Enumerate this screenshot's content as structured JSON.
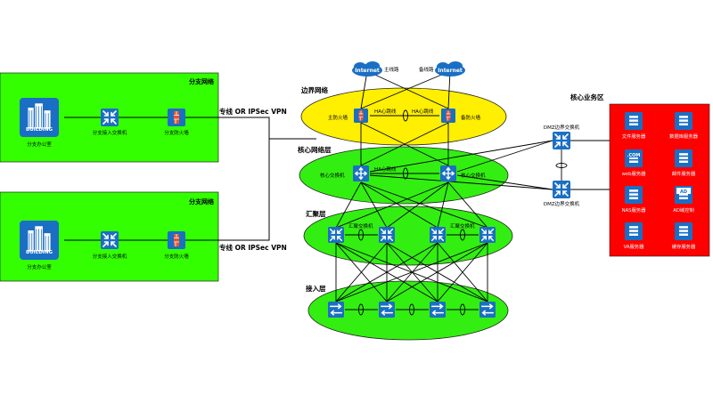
{
  "branches": [
    {
      "title": "分支网络",
      "office": {
        "label": "分支办公室",
        "logo_text": "BUILDING"
      },
      "switch_label": "分支接入交换机",
      "firewall_label": "分支防火墙",
      "link_label": "专线 OR IPSec VPN"
    },
    {
      "title": "分支网络",
      "office": {
        "label": "分支办公室",
        "logo_text": "BUILDING"
      },
      "switch_label": "分支接入交换机",
      "firewall_label": "分支防火墙",
      "link_label": "专线 OR IPSec VPN"
    }
  ],
  "internet": {
    "cloud_label": "Internet",
    "main_line": "主线路",
    "backup_line": "备线路"
  },
  "layers": {
    "border": {
      "title": "边界网络",
      "primary_fw": "主防火墙",
      "backup_fw": "备防火墙",
      "ha_label": "HA心跳线"
    },
    "core": {
      "title": "核心网络层",
      "left_switch": "核心交换机",
      "right_switch": "核心交换机",
      "ha_label": "HA心跳线"
    },
    "aggregation": {
      "title": "汇聚层",
      "left_label": "汇聚交换机",
      "right_label": "汇聚交换机"
    },
    "access": {
      "title": "接入层"
    }
  },
  "dmz": {
    "top_label": "DMZ边界交换机",
    "bottom_label": "DMZ边界交换机"
  },
  "core_services": {
    "title": "核心业务区",
    "servers": [
      {
        "label": "文件服务器",
        "icon": "file-server-icon"
      },
      {
        "label": "数据库服务器",
        "icon": "database-server-icon"
      },
      {
        "label": "web服务器",
        "icon": "web-server-icon",
        "badge": ".COM"
      },
      {
        "label": "邮件服务器",
        "icon": "mail-server-icon"
      },
      {
        "label": "NAS服务器",
        "icon": "nas-server-icon"
      },
      {
        "label": "AD域控制",
        "icon": "ad-server-icon",
        "badge": "AD"
      },
      {
        "label": "VA服务器",
        "icon": "va-server-icon"
      },
      {
        "label": "缓存服务器",
        "icon": "cache-server-icon"
      }
    ]
  },
  "colors": {
    "branch_green": "#33ff00",
    "border_yellow": "#ffef00",
    "layer_green": "#33ee11",
    "core_red": "#ff0000",
    "device_blue": "#1a6fc4"
  }
}
